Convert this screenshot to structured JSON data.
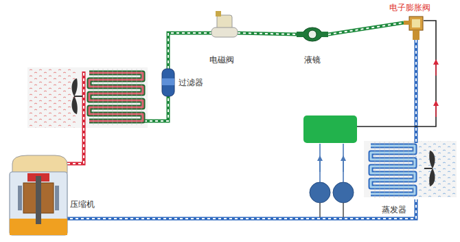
{
  "diagram": {
    "labels": [
      "电子膨胀阀",
      "电磁阀",
      "液镜",
      "过滤器",
      "压缩机",
      "蒸发器"
    ]
  }
}
